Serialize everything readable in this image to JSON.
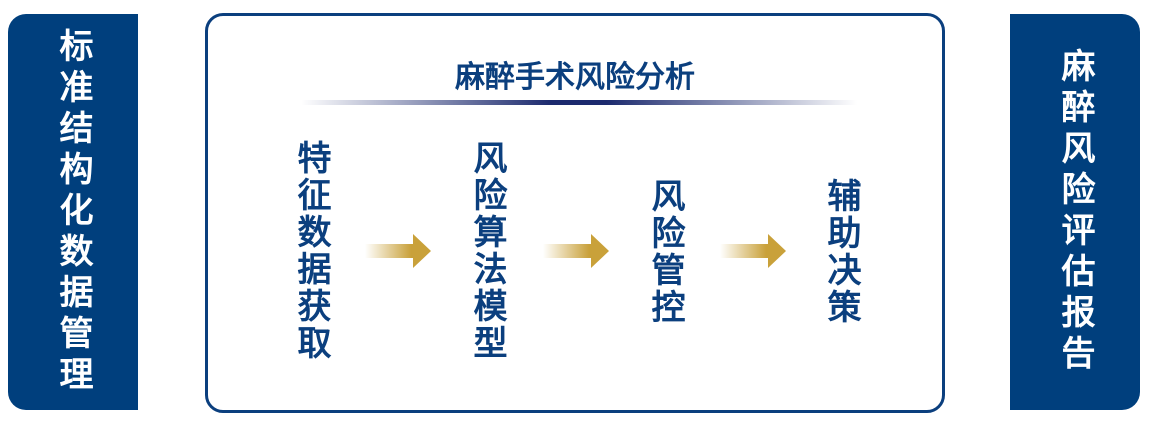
{
  "left_panel": {
    "label": "标准结构化数据管理"
  },
  "right_panel": {
    "label": "麻醉风险评估报告"
  },
  "center": {
    "title": "麻醉手术风险分析",
    "steps": [
      {
        "label": "特征数据获取"
      },
      {
        "label": "风险算法模型"
      },
      {
        "label": "风险管控"
      },
      {
        "label": "辅助决策"
      }
    ]
  },
  "colors": {
    "primary": "#003f7d",
    "arrow": "#c9a13a"
  }
}
